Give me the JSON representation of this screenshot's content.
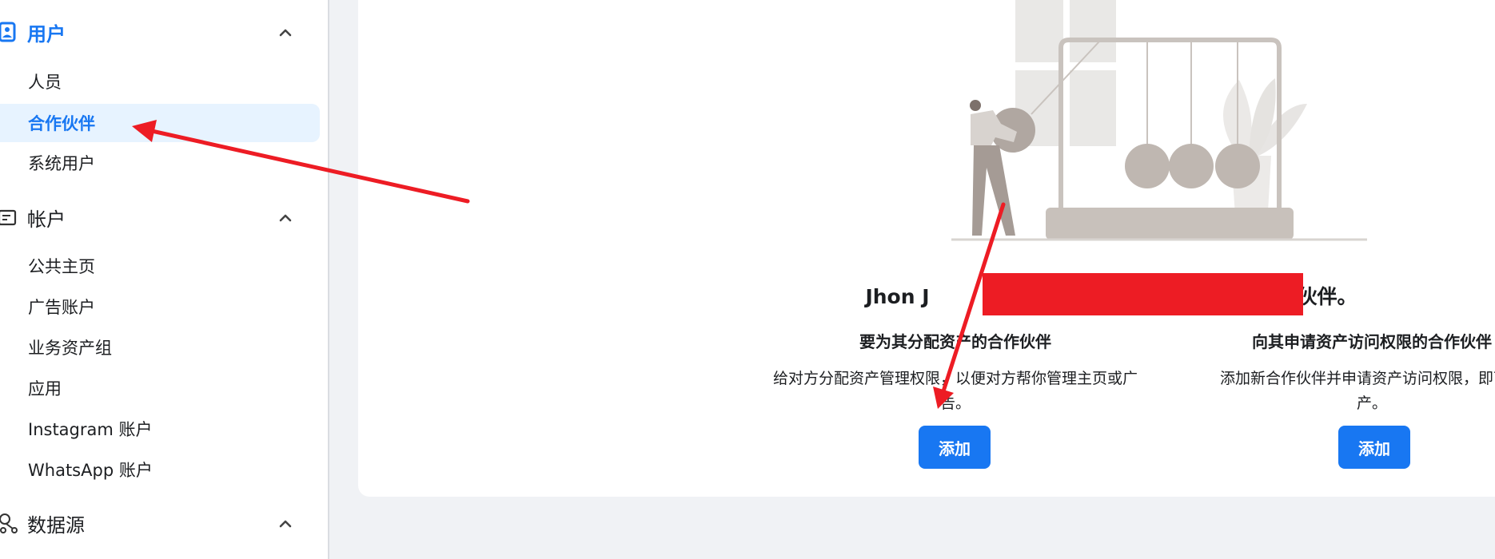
{
  "sidebar": {
    "users_section": "用户",
    "users_items": [
      "人员",
      "合作伙伴",
      "系统用户"
    ],
    "accounts_section": "帐户",
    "accounts_items": [
      "公共主页",
      "广告账户",
      "业务资产组",
      "应用",
      "Instagram 账户",
      "WhatsApp 账户"
    ],
    "datasource_section": "数据源"
  },
  "main": {
    "headline_prefix": "Jhon J",
    "headline_suffix": "合作伙伴。",
    "left": {
      "title": "要为其分配资产的合作伙伴",
      "desc_line1": "给对方分配资产管理权限，以便对方帮你管理主页或广",
      "desc_line2": "告。",
      "button": "添加"
    },
    "right": {
      "title": "向其申请资产访问权限的合作伙伴",
      "desc_line1": "添加新合作伙伴并申请资产访问权限，即可代",
      "desc_line2": "产。",
      "button": "添加"
    }
  },
  "colors": {
    "accent": "#1877f2",
    "active_bg": "#e7f3ff",
    "annotation_red": "#ed1c24"
  }
}
